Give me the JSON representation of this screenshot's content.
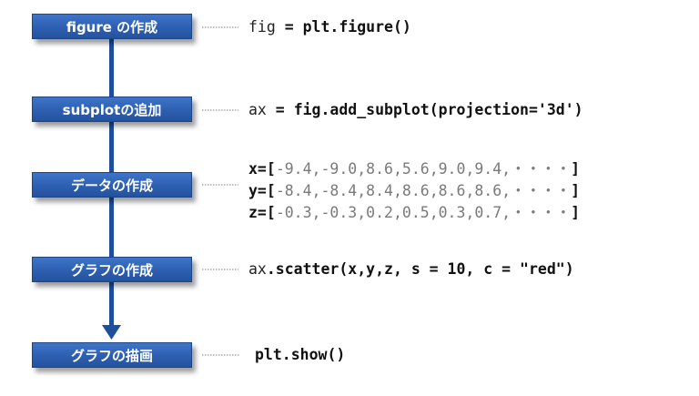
{
  "steps": [
    {
      "label": "figure の作成"
    },
    {
      "label": "subplotの追加"
    },
    {
      "label": "データの作成"
    },
    {
      "label": "グラフの作成"
    },
    {
      "label": "グラフの描画"
    }
  ],
  "code": {
    "figure": {
      "lhs": "fig",
      "op": " = ",
      "rhs": "plt.figure()"
    },
    "subplot": {
      "lhs": "ax",
      "op": " = ",
      "rhs": "fig.add_subplot(projection='3d')"
    },
    "data": {
      "x_label": "x=[",
      "x_values": "-9.4,-9.0,8.6,5.6,9.0,9.4,・・・・",
      "y_label": "y=[",
      "y_values": "-8.4,-8.4,8.4,8.6,8.6,8.6,・・・・",
      "z_label": "z=[",
      "z_values": "-0.3,-0.3,0.2,0.5,0.3,0.7,・・・・",
      "close": "]"
    },
    "scatter": {
      "prefix": "ax",
      "call": ".scatter(x,y,z, s = 10, c = \"red\")"
    },
    "show": {
      "text": "plt.show()"
    }
  },
  "colors": {
    "box": "#2d5fb1",
    "arrow": "#1f4f9a",
    "leader": "#999999"
  }
}
